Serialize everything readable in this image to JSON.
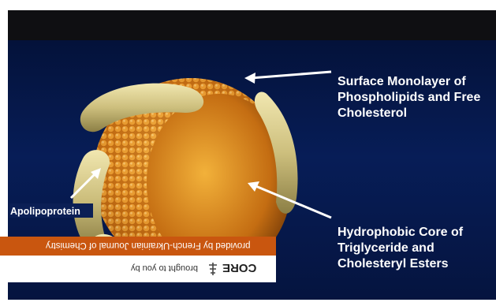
{
  "labels": {
    "surface": "Surface Monolayer of Phospholipids and Free Cholesterol",
    "core": "Hydrophobic Core of Triglyceride and Cholesteryl Esters",
    "apolipoprotein": "Apolipoprotein"
  },
  "banner": {
    "provided_text": "provided by French-Ukrainian Journal of Chemistry",
    "brought_text": "brought to you by",
    "core_text": "CORE"
  },
  "colors": {
    "background": "#071d57",
    "accent": "#c9560f",
    "particle": "#e39a2a",
    "label": "#ffffff"
  },
  "icons": [
    "core-logo-icon"
  ]
}
